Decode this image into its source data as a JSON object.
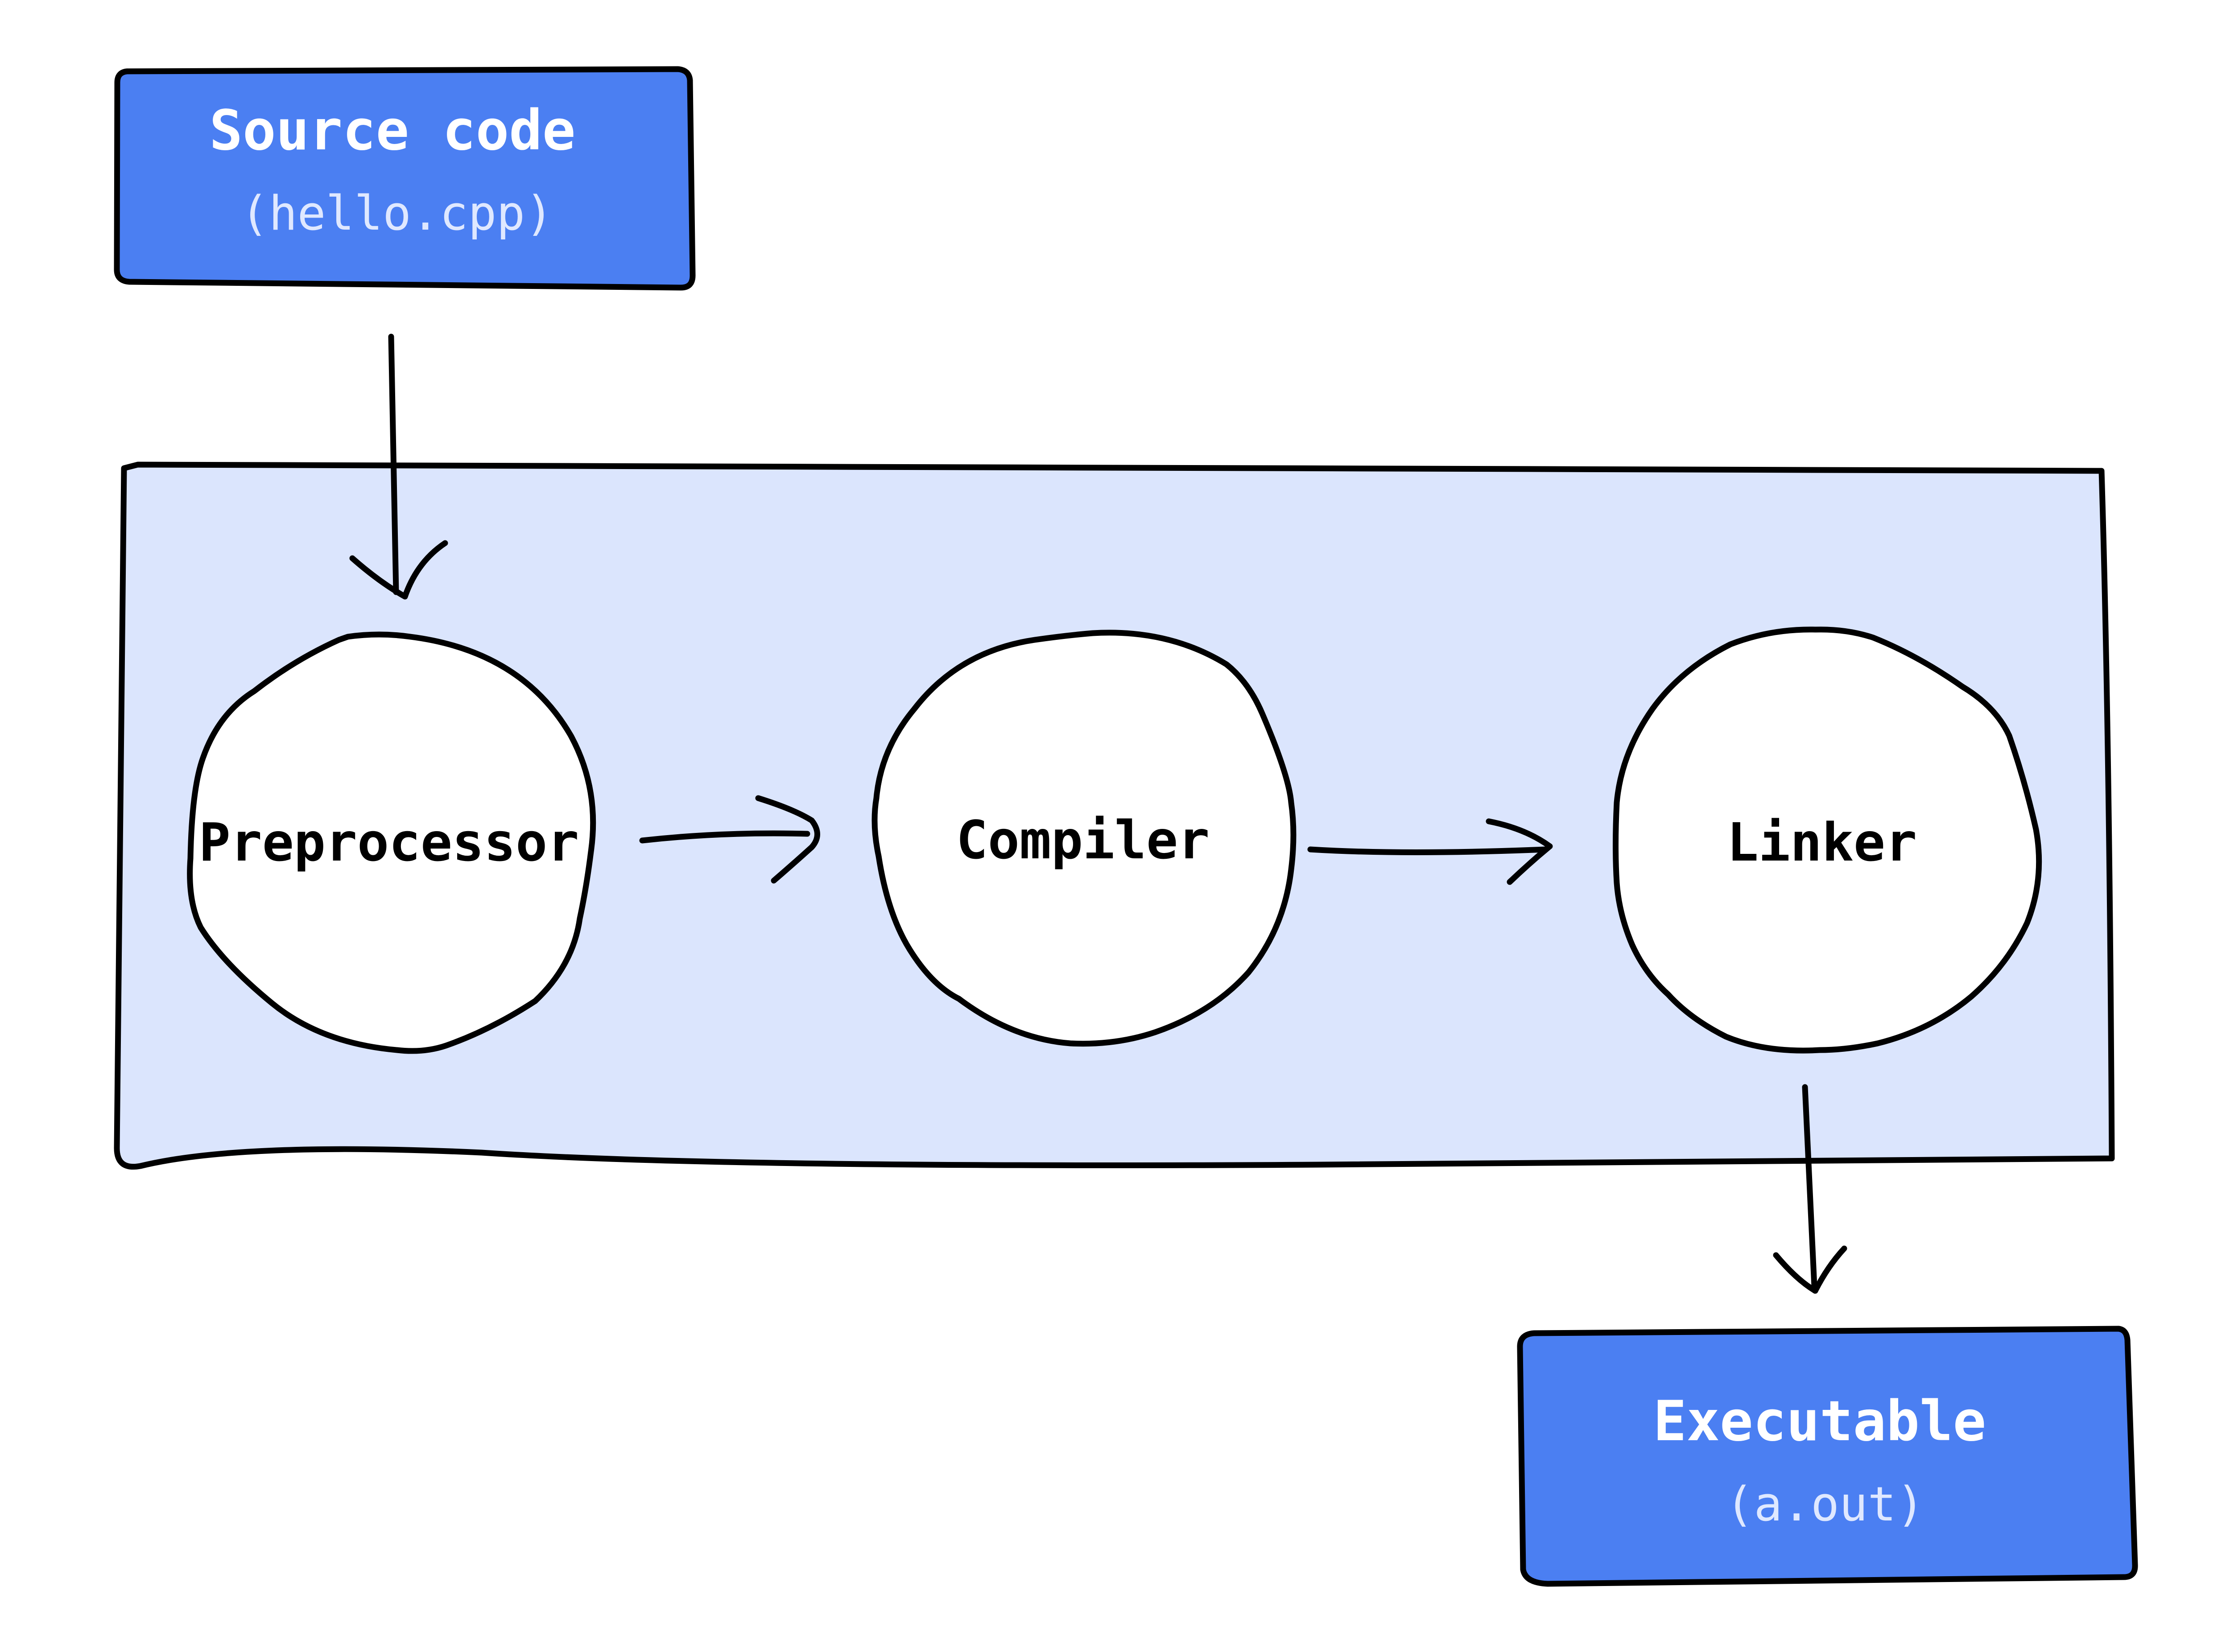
{
  "diagram": {
    "source": {
      "title": "Source code",
      "subtitle": "(hello.cpp)"
    },
    "stages": [
      {
        "label": "Preprocessor"
      },
      {
        "label": "Compiler"
      },
      {
        "label": "Linker"
      }
    ],
    "output": {
      "title": "Executable",
      "subtitle": "(a.out)"
    }
  },
  "colors": {
    "box_fill": "#4b7ff2",
    "panel_fill": "#dbe5fd",
    "node_fill": "#ffffff",
    "stroke": "#000000",
    "box_text": "#ffffff",
    "box_subtext": "#dfe8ff",
    "node_text": "#000000"
  }
}
